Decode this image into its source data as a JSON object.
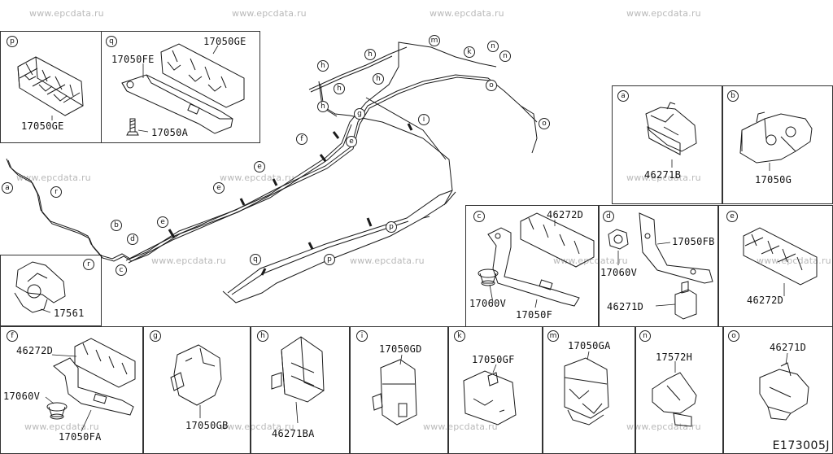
{
  "diagram_code": "E173005J",
  "watermark": "www.epcdata.ru",
  "callouts": {
    "a": "a",
    "b": "b",
    "c": "c",
    "d": "d",
    "e": "e",
    "f": "f",
    "g": "g",
    "h": "h",
    "i": "i",
    "k": "k",
    "m": "m",
    "n": "n",
    "o": "o",
    "p": "p",
    "q": "q",
    "r": "r"
  },
  "parts": {
    "p_17050GE": "17050GE",
    "q_17050GE": "17050GE",
    "q_17050FE": "17050FE",
    "q_17050A": "17050A",
    "a_46271B": "46271B",
    "b_17050G": "17050G",
    "r_17561": "17561",
    "c_46272D": "46272D",
    "c_17060V": "17060V",
    "c_17050F": "17050F",
    "d_17050FB": "17050FB",
    "d_17060V": "17060V",
    "d_46271D": "46271D",
    "e_46272D": "46272D",
    "f_46272D": "46272D",
    "f_17060V": "17060V",
    "f_17050FA": "17050FA",
    "g_17050GB": "17050GB",
    "h_46271BA": "46271BA",
    "i_17050GD": "17050GD",
    "k_17050GF": "17050GF",
    "m_17050GA": "17050GA",
    "n_17572H": "17572H",
    "o_46271D": "46271D"
  }
}
